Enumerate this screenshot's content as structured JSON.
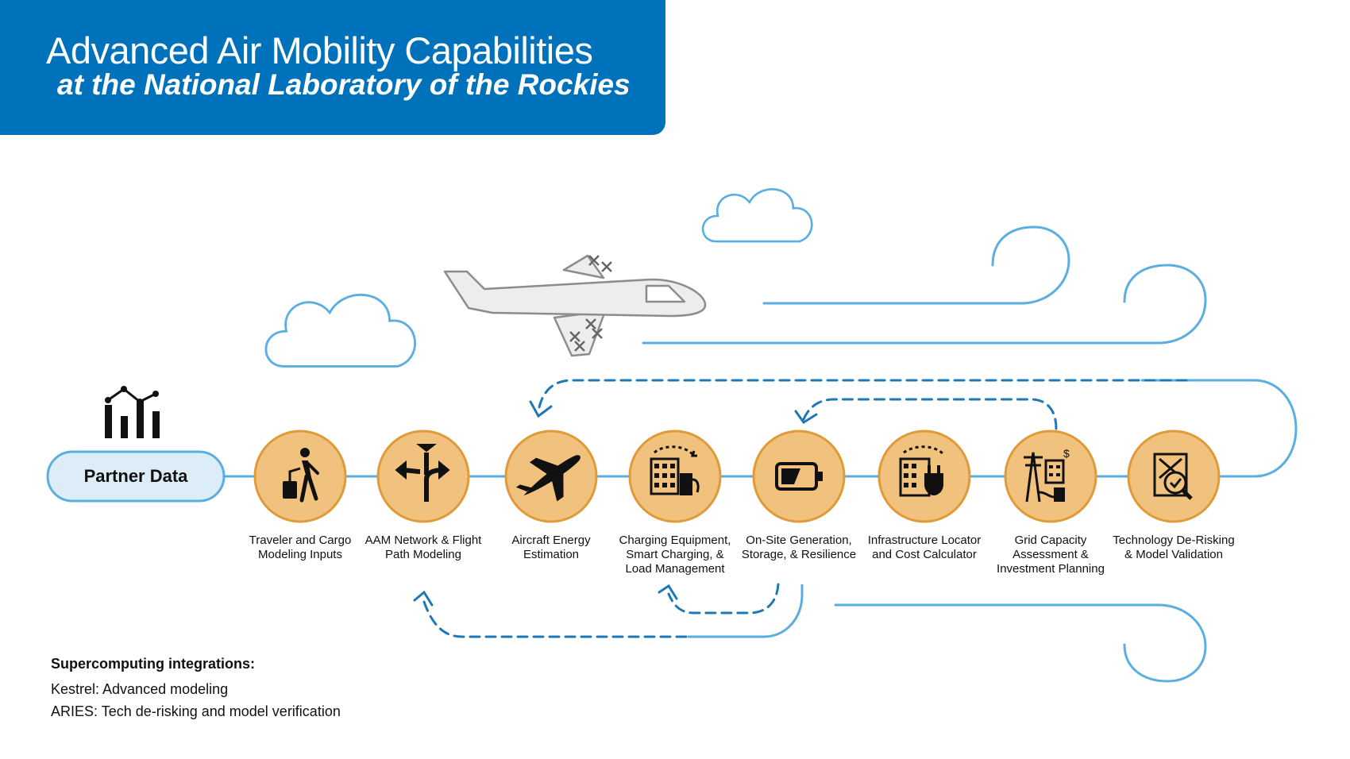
{
  "header": {
    "title": "Advanced Air Mobility Capabilities",
    "subtitle": "at the National Laboratory of the Rockies"
  },
  "colors": {
    "banner": "#0072bc",
    "flow_line": "#5aaee0",
    "dash_arrow": "#1f78b4",
    "step_fill": "#f0c27d",
    "step_ring": "#e09a3a",
    "partner_fill": "#dcedf8"
  },
  "partner": {
    "label": "Partner Data",
    "icon": "bar-chart-icon"
  },
  "steps": [
    {
      "label_line1": "Traveler and Cargo",
      "label_line2": "Modeling Inputs",
      "label_line3": "",
      "icon": "traveler-luggage-icon"
    },
    {
      "label_line1": "AAM Network & Flight",
      "label_line2": "Path Modeling",
      "label_line3": "",
      "icon": "split-arrows-icon"
    },
    {
      "label_line1": "Aircraft Energy",
      "label_line2": "Estimation",
      "label_line3": "",
      "icon": "aircraft-icon"
    },
    {
      "label_line1": "Charging Equipment,",
      "label_line2": "Smart Charging, &",
      "label_line3": "Load Management",
      "icon": "charging-station-icon"
    },
    {
      "label_line1": "On-Site Generation,",
      "label_line2": "Storage, & Resilience",
      "label_line3": "",
      "icon": "battery-icon"
    },
    {
      "label_line1": "Infrastructure Locator",
      "label_line2": "and Cost Calculator",
      "label_line3": "",
      "icon": "calculator-plug-icon"
    },
    {
      "label_line1": "Grid Capacity",
      "label_line2": "Assessment &",
      "label_line3": "Investment Planning",
      "icon": "grid-tower-icon"
    },
    {
      "label_line1": "Technology De-Risking",
      "label_line2": "& Model Validation",
      "label_line3": "",
      "icon": "document-check-icon"
    }
  ],
  "decor": {
    "aircraft": "evtol-aircraft-icon",
    "cloud": "cloud-icon"
  },
  "notes": {
    "heading": "Supercomputing integrations:",
    "line1": "Kestrel: Advanced modeling",
    "line2": "ARIES: Tech de-risking and model verification"
  }
}
